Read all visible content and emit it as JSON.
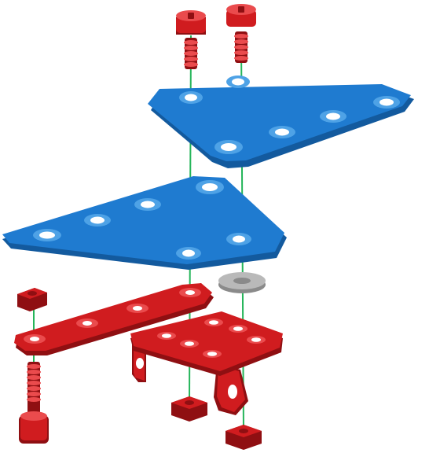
{
  "diagram": {
    "colors": {
      "background": "#ffffff",
      "plate_blue": "#1f7bd0",
      "plate_blue_dark": "#135a9e",
      "plate_blue_light": "#4ea2e6",
      "part_red": "#d01c1f",
      "part_red_dark": "#8f0f12",
      "part_red_light": "#ea4b4d",
      "washer_gray": "#b9b9b9",
      "washer_gray_dark": "#8a8a8a",
      "guide_line": "#25b55a"
    },
    "parts": [
      {
        "kind": "screw",
        "name": "screw-top-left"
      },
      {
        "kind": "screw",
        "name": "screw-top-right"
      },
      {
        "kind": "plate",
        "name": "blue-plate-top"
      },
      {
        "kind": "plate",
        "name": "blue-plate-bottom"
      },
      {
        "kind": "washer",
        "name": "gray-washer"
      },
      {
        "kind": "nut",
        "name": "square-nut-left-top"
      },
      {
        "kind": "strip",
        "name": "red-strip"
      },
      {
        "kind": "bracket",
        "name": "red-angle-bracket"
      },
      {
        "kind": "screw",
        "name": "screw-bottom-left"
      },
      {
        "kind": "nut",
        "name": "square-nut-bottom-mid"
      },
      {
        "kind": "nut",
        "name": "square-nut-bottom-right"
      }
    ]
  }
}
